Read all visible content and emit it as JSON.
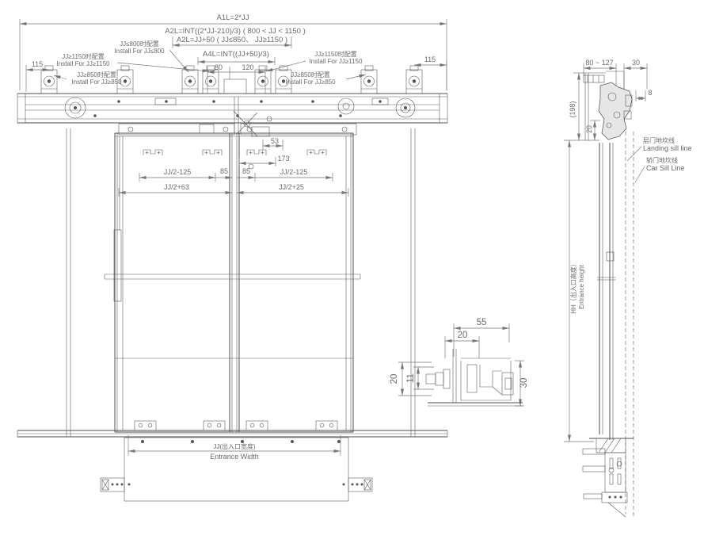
{
  "title": "Elevator center-opening door operator installation drawing",
  "colors": {
    "line": "#4d4d4d",
    "dim_line": "#757575",
    "text": "#6a6a6a",
    "background": "#ffffff"
  },
  "front": {
    "dims": {
      "a1l": "A1L=2*JJ",
      "a2l_1": "A2L=INT((2*JJ-210)/3) ( 800 < JJ < 1150 )",
      "a2l_2": "A2L=JJ+50 ( JJ≤850、 JJ≥1150 )",
      "a4l": "A4L=INT((JJ+50)/3)",
      "w80": "80",
      "w120": "120",
      "left115": "115",
      "right115": "115",
      "w53": "53",
      "w173": "173",
      "half_minus125_left": "JJ/2-125",
      "w85_left": "85",
      "w85_right": "85",
      "half_minus125_right": "JJ/2-125",
      "half_plus63": "JJ/2+63",
      "half_plus25": "JJ/2+25",
      "entrance_width_cn": "JJ(出入口宽度)",
      "entrance_width_en": "Entrance Width"
    },
    "notes": {
      "le800_cn": "JJ≤800时配置",
      "le800_en": "Install For JJ≤800",
      "ge1150_left_cn": "JJ≥1150时配置",
      "ge1150_left_en": "Install For JJ≥1150",
      "ge850_left_cn": "JJ≥850时配置",
      "ge850_left_en": "Install For JJ≥850",
      "ge1150_right_cn": "JJ≥1150时配置",
      "ge1150_right_en": "Install For JJ≥1150",
      "ge850_right_cn": "JJ≥850时配置",
      "ge850_right_en": "Install For JJ≥850"
    }
  },
  "side": {
    "dims": {
      "top_range": "80 ~ 127",
      "w30": "30",
      "w8": "8",
      "h198": "(198)",
      "h20": "20",
      "hh_cn": "HH（出入口高度）",
      "hh_en": "Entrance height"
    },
    "labels": {
      "landing_sill_cn": "层门地坎线",
      "landing_sill_en": "Landing sill line",
      "car_sill_cn": "轿门地坎线",
      "car_sill_en": "Car Sill Line"
    }
  },
  "detail": {
    "dims": {
      "w55": "55",
      "w20": "20",
      "v20": "20",
      "v11": "11",
      "v30": "30"
    }
  }
}
